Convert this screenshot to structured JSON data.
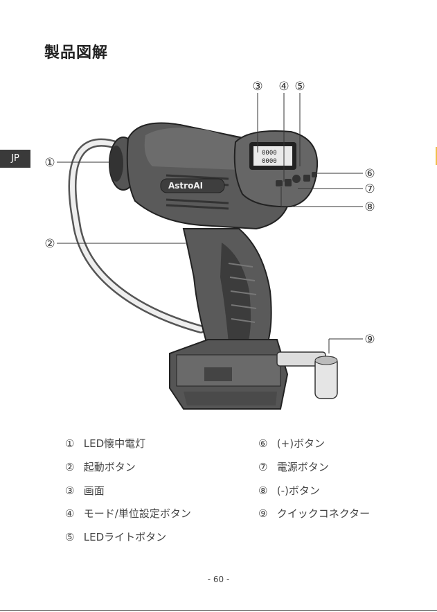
{
  "page": {
    "title": "製品図解",
    "lang_tab": "JP",
    "page_number": "- 60 -"
  },
  "diagram": {
    "callouts": [
      "①",
      "②",
      "③",
      "④",
      "⑤",
      "⑥",
      "⑦",
      "⑧",
      "⑨"
    ],
    "brand_label": "AstroAI",
    "lcd_digits": [
      "0000",
      "0000"
    ]
  },
  "legend": {
    "left": [
      {
        "num": "①",
        "label": "LED懐中電灯"
      },
      {
        "num": "②",
        "label": "起動ボタン"
      },
      {
        "num": "③",
        "label": "画面"
      },
      {
        "num": "④",
        "label": "モード/単位設定ボタン"
      },
      {
        "num": "⑤",
        "label": "LEDライトボタン"
      }
    ],
    "right": [
      {
        "num": "⑥",
        "label": "(+)ボタン"
      },
      {
        "num": "⑦",
        "label": "電源ボタン"
      },
      {
        "num": "⑧",
        "label": "(-)ボタン"
      },
      {
        "num": "⑨",
        "label": "クイックコネクター"
      }
    ]
  }
}
